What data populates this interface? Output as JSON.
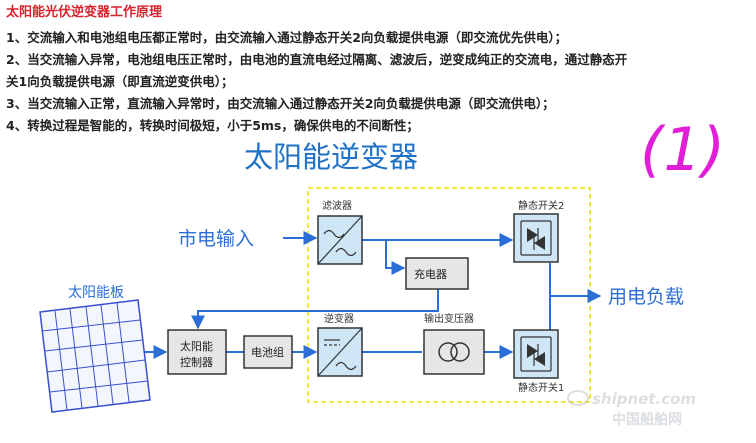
{
  "heading": "太阳能光伏逆变器工作原理",
  "paragraphs": [
    "1、交流输入和电池组电压都正常时，由交流输入通过静态开关2向负载提供电源（即交流优先供电）；",
    "2、当交流输入异常，电池组电压正常时，由电池的直流电经过隔离、滤波后，逆变成纯正的交流电，通过静态开",
    "关1向负载提供电源（即直流逆变供电）；",
    "3、当交流输入正常，直流输入异常时，由交流输入通过静态开关2向负载提供电源（即交流供电）；",
    "4、转换过程是智能的，转换时间极短，小于5ms，确保供电的不间断性；"
  ],
  "handwritten_annotation": "(1)",
  "diagram": {
    "title": "太阳能逆变器",
    "mains_input": "市电输入",
    "solar_panel": "太阳能板",
    "load": "用电负载",
    "filter": "滤波器",
    "charger": "充电器",
    "controller_line1": "太阳能",
    "controller_line2": "控制器",
    "battery": "电池组",
    "inverter": "逆变器",
    "output_transformer": "输出变压器",
    "static_switch_2": "静态开关2",
    "static_switch_1": "静态开关1"
  },
  "watermark": {
    "site": "shipnet.com",
    "cn": "中国船舶网"
  },
  "colors": {
    "heading": "#d9232d",
    "title_blue": "#1f72c7",
    "line_blue": "#2b6fd6",
    "frame_yellow": "#f2e64a",
    "annotation_magenta": "#e21fd8",
    "box_fill": "#cfe6f7"
  }
}
